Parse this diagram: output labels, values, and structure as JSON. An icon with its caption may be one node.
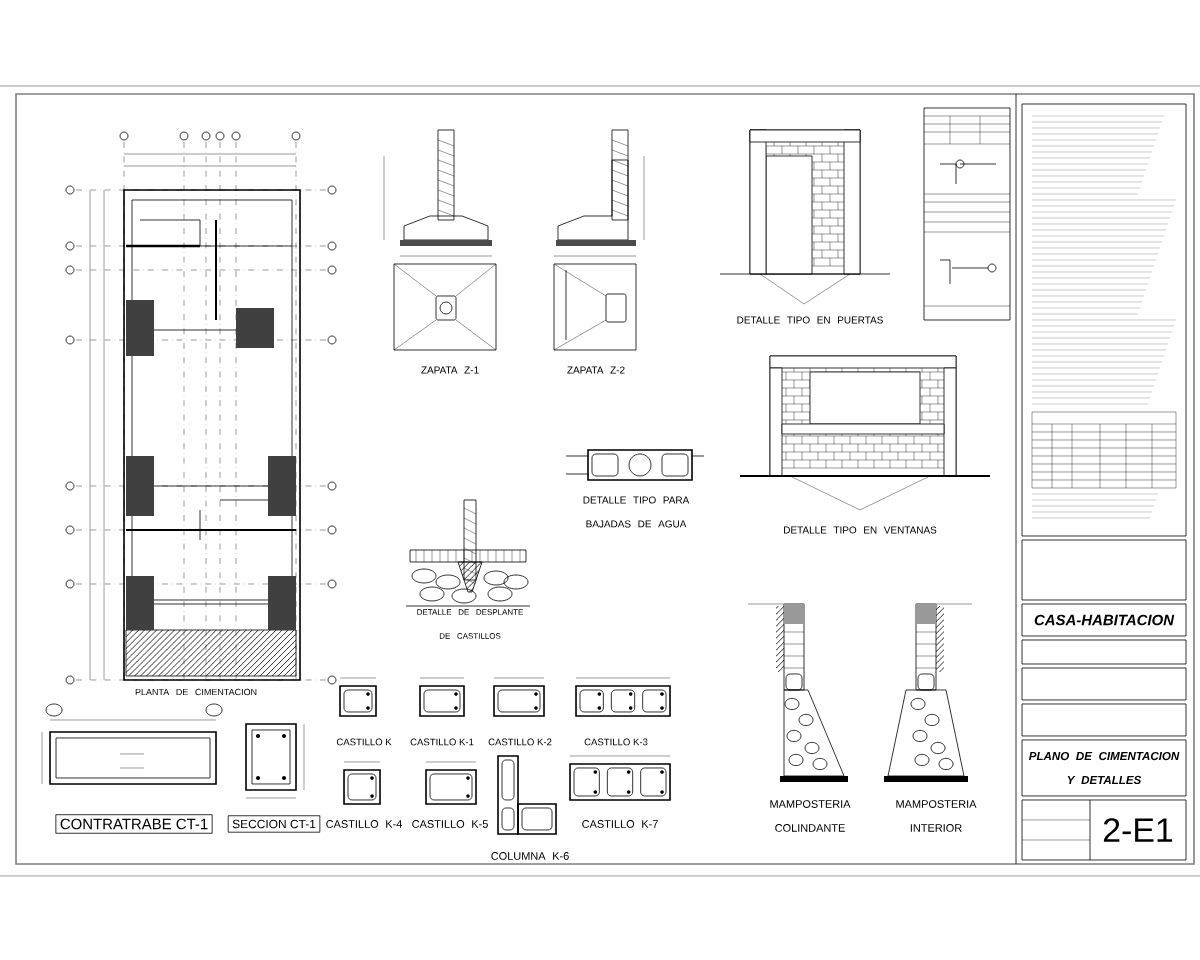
{
  "diagram": {
    "title": "PLANO DE CIMENTACION Y DETALLES",
    "labels": [
      "ZAPATA Z-1",
      "ZAPATA Z-2",
      "DETALLE TIPO EN PUERTAS",
      "DETALLE TIPO EN VENTANAS",
      "DETALLE TIPO PARA BAJADAS DE AGUA",
      "DETALLE DE DESPLANTE DE CASTILLOS",
      "PLANTA DE CIMENTACION",
      "CONTRATRABE CT-1",
      "SECCION CT-1",
      "CASTILLO K",
      "CASTILLO K-1",
      "CASTILLO K-2",
      "CASTILLO K-3",
      "CASTILLO K-4",
      "CASTILLO K-5",
      "COLUMNA K-6",
      "CASTILLO K-7",
      "MAMPOSTERIA COLINDANTE",
      "MAMPOSTERIA INTERIOR",
      "CASA-HABITACION",
      "2-E1"
    ]
  }
}
